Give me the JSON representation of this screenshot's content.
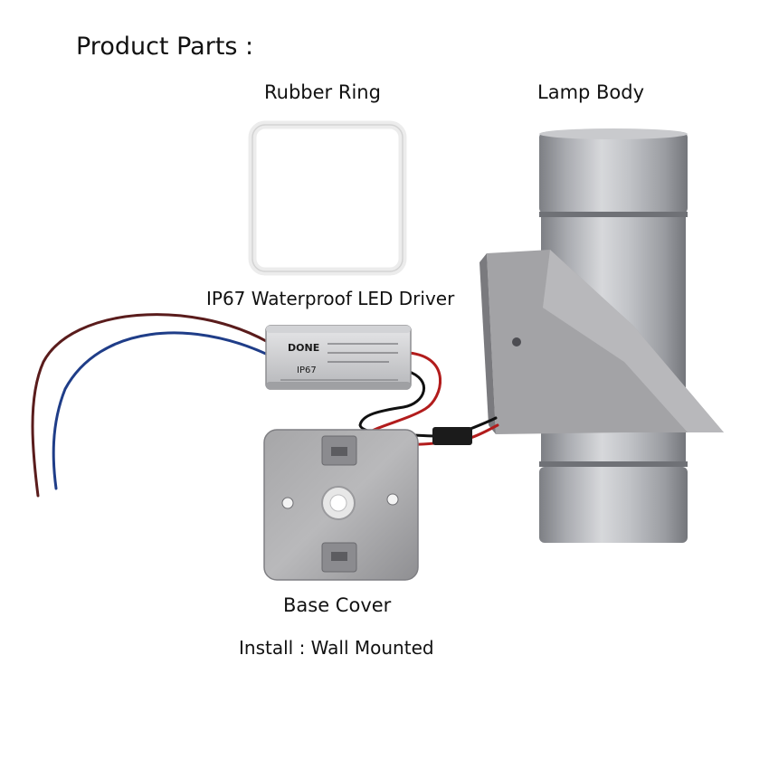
{
  "title": "Product Parts :",
  "parts": {
    "rubber_ring": "Rubber Ring",
    "lamp_body": "Lamp Body",
    "led_driver": "IP67 Waterproof LED Driver",
    "base_cover": "Base Cover"
  },
  "install": "Install : Wall Mounted",
  "driver_label": {
    "brand": "DONE",
    "rating": "IP67"
  }
}
